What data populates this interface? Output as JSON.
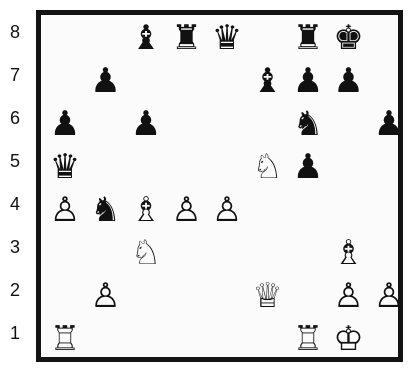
{
  "rank_labels": [
    "8",
    "7",
    "6",
    "5",
    "4",
    "3",
    "2",
    "1"
  ],
  "pieces": [
    {
      "id": "black-bishop-c8",
      "glyph": "♝",
      "file": 2,
      "rank": 8,
      "icon": "black-bishop-icon"
    },
    {
      "id": "black-rook-d8",
      "glyph": "♜",
      "file": 3,
      "rank": 8,
      "icon": "black-rook-icon"
    },
    {
      "id": "black-queen-e8",
      "glyph": "♛",
      "file": 4,
      "rank": 8,
      "icon": "black-queen-icon"
    },
    {
      "id": "black-rook-f8",
      "glyph": "♜",
      "file": 6,
      "rank": 8,
      "icon": "black-rook-icon"
    },
    {
      "id": "black-king-g8",
      "glyph": "♚",
      "file": 7,
      "rank": 8,
      "icon": "black-king-icon"
    },
    {
      "id": "black-pawn-b7",
      "glyph": "♟",
      "file": 1,
      "rank": 7,
      "icon": "black-pawn-icon"
    },
    {
      "id": "black-bishop-e7",
      "glyph": "♝",
      "file": 5,
      "rank": 7,
      "icon": "black-bishop-icon"
    },
    {
      "id": "black-pawn-f7",
      "glyph": "♟",
      "file": 6,
      "rank": 7,
      "icon": "black-pawn-icon"
    },
    {
      "id": "black-pawn-g7",
      "glyph": "♟",
      "file": 7,
      "rank": 7,
      "icon": "black-pawn-icon"
    },
    {
      "id": "black-pawn-a6",
      "glyph": "♟",
      "file": 0,
      "rank": 6,
      "icon": "black-pawn-icon"
    },
    {
      "id": "black-pawn-c6",
      "glyph": "♟",
      "file": 2,
      "rank": 6,
      "icon": "black-pawn-icon"
    },
    {
      "id": "black-knight-f6",
      "glyph": "♞",
      "file": 6,
      "rank": 6,
      "icon": "black-knight-icon"
    },
    {
      "id": "black-pawn-h6",
      "glyph": "♟",
      "file": 8,
      "rank": 6,
      "icon": "black-pawn-icon"
    },
    {
      "id": "black-queen-a5",
      "glyph": "♛",
      "file": 0,
      "rank": 5,
      "icon": "black-queen-icon"
    },
    {
      "id": "white-knight-e5",
      "glyph": "♘",
      "file": 5,
      "rank": 5,
      "icon": "white-knight-icon"
    },
    {
      "id": "black-pawn-f5",
      "glyph": "♟",
      "file": 6,
      "rank": 5,
      "icon": "black-pawn-icon"
    },
    {
      "id": "white-pawn-a4",
      "glyph": "♙",
      "file": 0,
      "rank": 4,
      "icon": "white-pawn-icon"
    },
    {
      "id": "black-knight-b4",
      "glyph": "♞",
      "file": 1,
      "rank": 4,
      "icon": "black-knight-icon"
    },
    {
      "id": "white-bishop-c4",
      "glyph": "♗",
      "file": 2,
      "rank": 4,
      "icon": "white-bishop-icon"
    },
    {
      "id": "white-pawn-d4",
      "glyph": "♙",
      "file": 3,
      "rank": 4,
      "icon": "white-pawn-icon"
    },
    {
      "id": "white-pawn-e4",
      "glyph": "♙",
      "file": 4,
      "rank": 4,
      "icon": "white-pawn-icon"
    },
    {
      "id": "white-knight-c3",
      "glyph": "♘",
      "file": 2,
      "rank": 3,
      "icon": "white-knight-icon"
    },
    {
      "id": "white-bishop-g3",
      "glyph": "♗",
      "file": 7,
      "rank": 3,
      "icon": "white-bishop-icon"
    },
    {
      "id": "white-pawn-b2",
      "glyph": "♙",
      "file": 1,
      "rank": 2,
      "icon": "white-pawn-icon"
    },
    {
      "id": "white-queen-e2",
      "glyph": "♕",
      "file": 5,
      "rank": 2,
      "icon": "white-queen-icon"
    },
    {
      "id": "white-pawn-g2",
      "glyph": "♙",
      "file": 7,
      "rank": 2,
      "icon": "white-pawn-icon"
    },
    {
      "id": "white-pawn-h2",
      "glyph": "♙",
      "file": 8,
      "rank": 2,
      "icon": "white-pawn-icon"
    },
    {
      "id": "white-rook-a1",
      "glyph": "♖",
      "file": 0,
      "rank": 1,
      "icon": "white-rook-icon"
    },
    {
      "id": "white-rook-f1",
      "glyph": "♖",
      "file": 6,
      "rank": 1,
      "icon": "white-rook-icon"
    },
    {
      "id": "white-king-g1",
      "glyph": "♔",
      "file": 7,
      "rank": 1,
      "icon": "white-king-icon"
    }
  ]
}
